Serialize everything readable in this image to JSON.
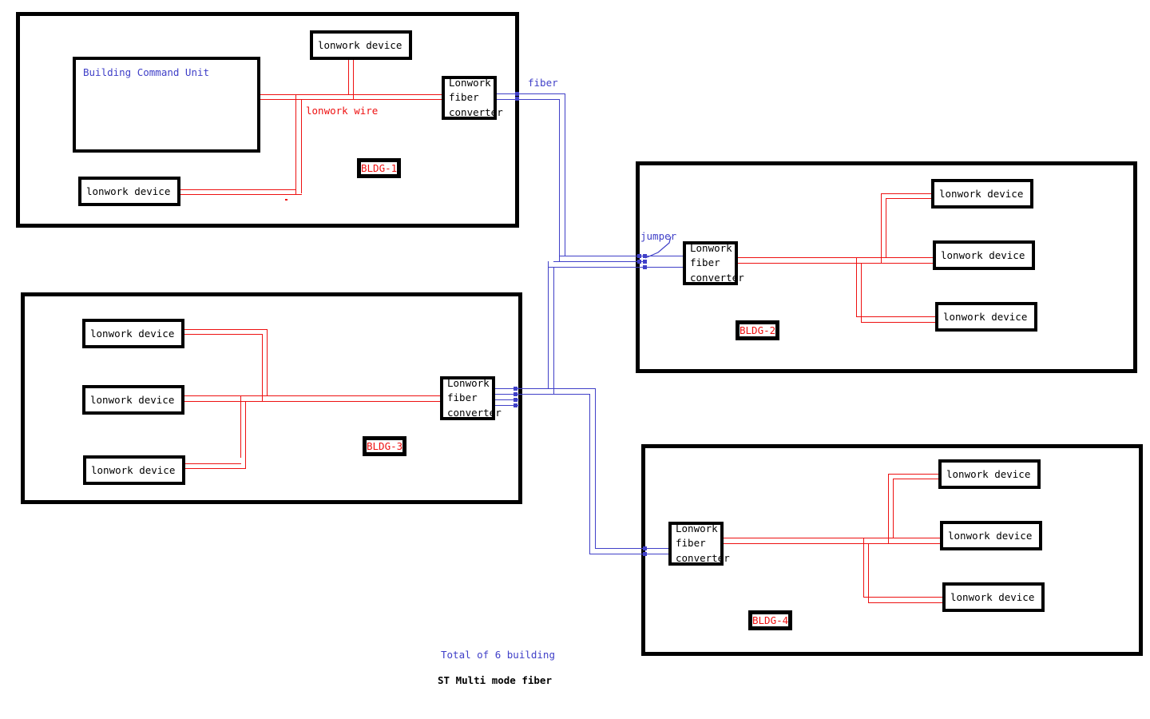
{
  "diagram": {
    "title": "Lonwork fiber network building diagram",
    "colors": {
      "wire_red": "#ee1111",
      "fiber_blue": "#4040c8",
      "box_black": "#000000",
      "background": "#ffffff"
    }
  },
  "buildings": [
    {
      "id": "bldg-1",
      "label": "BLDG-1",
      "command_unit": {
        "label": "Building Command Unit"
      },
      "converter": {
        "label_lines": [
          "Lonwork",
          "fiber",
          "converter"
        ]
      },
      "devices": [
        {
          "label": "lonwork device"
        },
        {
          "label": "lonwork device"
        }
      ]
    },
    {
      "id": "bldg-2",
      "label": "BLDG-2",
      "converter": {
        "label_lines": [
          "Lonwork",
          "fiber",
          "converter"
        ]
      },
      "devices": [
        {
          "label": "lonwork device"
        },
        {
          "label": "lonwork device"
        },
        {
          "label": "lonwork device"
        }
      ]
    },
    {
      "id": "bldg-3",
      "label": "BLDG-3",
      "converter": {
        "label_lines": [
          "Lonwork",
          "fiber",
          "converter"
        ]
      },
      "devices": [
        {
          "label": "lonwork device"
        },
        {
          "label": "lonwork device"
        },
        {
          "label": "lonwork device"
        }
      ]
    },
    {
      "id": "bldg-4",
      "label": "BLDG-4",
      "converter": {
        "label_lines": [
          "Lonwork",
          "fiber",
          "converter"
        ]
      },
      "devices": [
        {
          "label": "lonwork device"
        },
        {
          "label": "lonwork device"
        },
        {
          "label": "lonwork device"
        }
      ]
    }
  ],
  "annotations": {
    "lonwork_wire": "lonwork wire",
    "fiber": "fiber",
    "jumper": "jumper",
    "total_buildings": "Total of 6 building",
    "fiber_type": "ST Multi mode fiber"
  }
}
